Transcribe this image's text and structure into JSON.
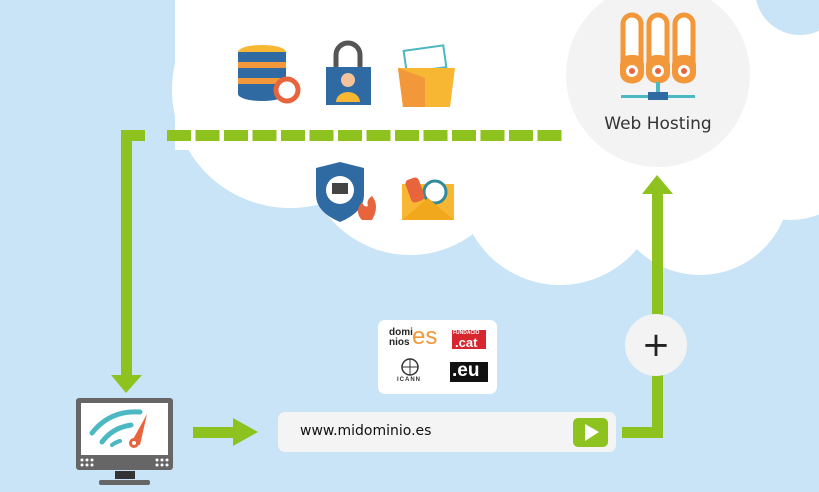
{
  "hosting": {
    "label": "Web Hosting",
    "icon": "server-rack-icon"
  },
  "url_bar": {
    "value": "www.midominio.es",
    "go_icon": "play-icon"
  },
  "plus_button": {
    "label": "+"
  },
  "registries": {
    "dominios_es": {
      "text_a": "domi",
      "text_b": "nios",
      "text_c": "es"
    },
    "fundacio_cat": {
      "small": "FUNDACIÓ",
      "big": ".cat"
    },
    "icann": {
      "text": "ICANN"
    },
    "eu": {
      "text": ".eu"
    }
  },
  "colors": {
    "background": "#c8e4f6",
    "green": "#8dc21f",
    "orange": "#f2973a",
    "blue": "#2f6aa3"
  }
}
